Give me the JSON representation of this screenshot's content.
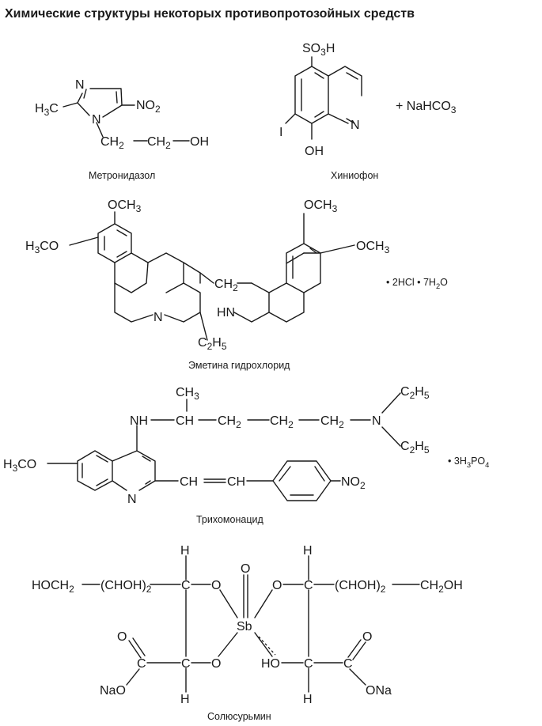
{
  "title": "Химические структуры некоторых противопротозойных средств",
  "metronidazole": {
    "caption": "Метронидазол",
    "atoms": {
      "n_top": "N",
      "n_ring": "N",
      "h3c": "H3C",
      "no2": "NO2",
      "ch2_a": "CH2",
      "ch2_b": "CH2",
      "oh": "OH"
    }
  },
  "chiniofon": {
    "caption": "Хиниофон",
    "atoms": {
      "so3h": "SO3H",
      "i": "I",
      "oh": "OH",
      "n": "N"
    },
    "additive": "+ NaHCO3"
  },
  "emetine": {
    "caption": "Эметина гидрохлорид",
    "atoms": {
      "och3_1": "OCH3",
      "h3co": "H3CO",
      "n": "N",
      "ch2": "CH2",
      "hn": "HN",
      "och3_2": "OCH3",
      "och3_3": "OCH3",
      "c2h5": "C2H5"
    },
    "salt": "• 2HCl • 7H2O"
  },
  "trichomonacid": {
    "caption": "Трихомонацид",
    "atoms": {
      "ch3": "CH3",
      "nh": "NH",
      "ch": "CH",
      "ch2_1": "CH2",
      "ch2_2": "CH2",
      "ch2_3": "CH2",
      "n_amine": "N",
      "c2h5_1": "C2H5",
      "c2h5_2": "C2H5",
      "h3co": "H3CO",
      "n_ring": "N",
      "ch_1": "CH",
      "ch_2": "CH",
      "no2": "NO2"
    },
    "salt": "• 3H3PO4"
  },
  "solusurmin": {
    "caption": "Солюсурьмин",
    "atoms": {
      "h_tl": "H",
      "h_tr": "H",
      "h_bl": "H",
      "h_br": "H",
      "hoch2": "HOCH2",
      "choh2_l": "(CHOH)2",
      "c_l": "C",
      "o_l": "O",
      "o_top": "O",
      "sb": "Sb",
      "o_r": "O",
      "c_r": "C",
      "choh2_r": "(CHOH)2",
      "ch2oh": "CH2OH",
      "o_dl": "O",
      "c_dl": "C",
      "nao": "NaO",
      "c_bl": "C",
      "o_bl": "O",
      "ho": "HO",
      "c_br": "C",
      "c_dr": "C",
      "o_dr": "O",
      "ona": "ONa"
    }
  }
}
